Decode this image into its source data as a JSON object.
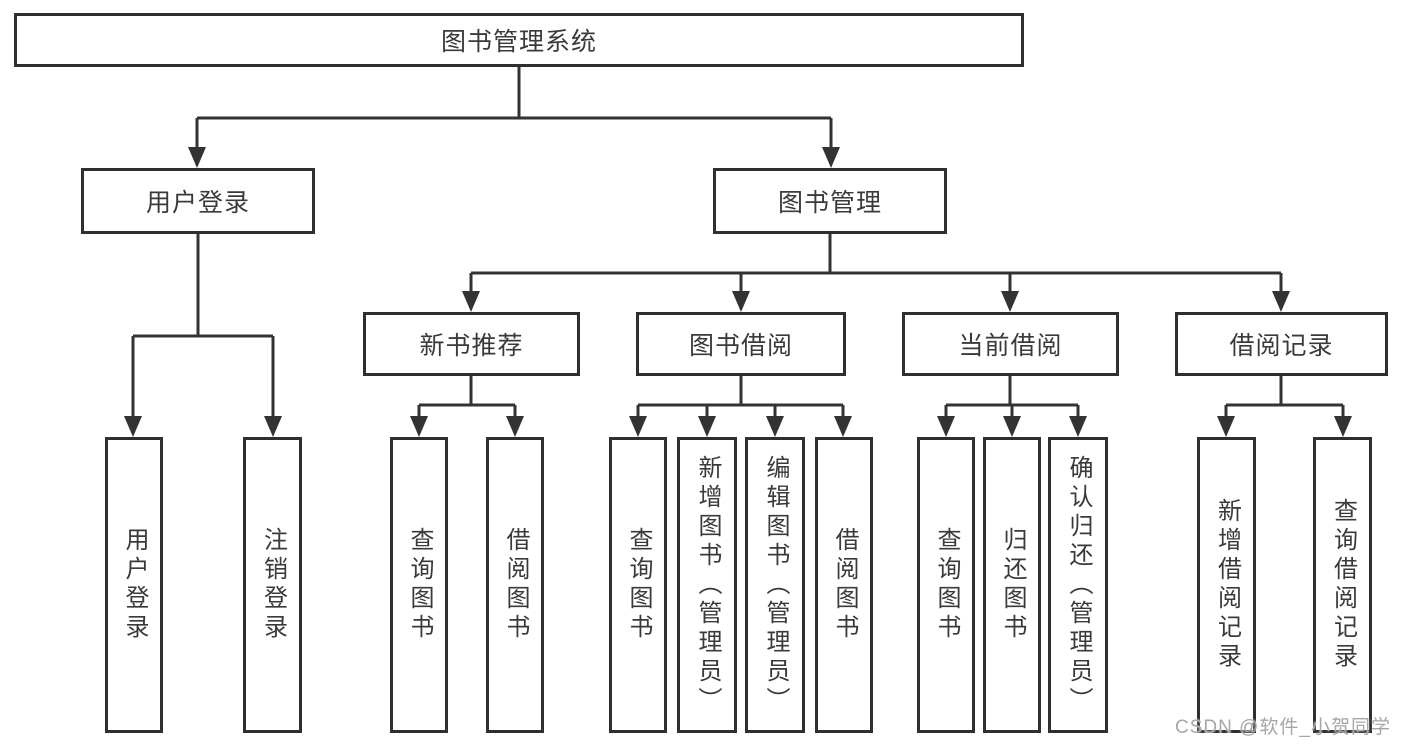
{
  "diagram": {
    "root": {
      "label": "图书管理系统"
    },
    "level2": [
      {
        "label": "用户登录"
      },
      {
        "label": "图书管理"
      }
    ],
    "level3": [
      {
        "label": "新书推荐"
      },
      {
        "label": "图书借阅"
      },
      {
        "label": "当前借阅"
      },
      {
        "label": "借阅记录"
      }
    ],
    "leaves": [
      {
        "label": "用户登录"
      },
      {
        "label": "注销登录"
      },
      {
        "label": "查询图书"
      },
      {
        "label": "借阅图书"
      },
      {
        "label": "查询图书"
      },
      {
        "label": "新增图书（管理员）"
      },
      {
        "label": "编辑图书（管理员）"
      },
      {
        "label": "借阅图书"
      },
      {
        "label": "查询图书"
      },
      {
        "label": "归还图书"
      },
      {
        "label": "确认归还（管理员）"
      },
      {
        "label": "新增借阅记录"
      },
      {
        "label": "查询借阅记录"
      }
    ],
    "watermark": "CSDN @软件_小贺同学",
    "colors": {
      "line": "#333333",
      "border": "#2f2f2f",
      "text": "#3a3a3a",
      "watermark": "#a6a6a6",
      "background": "#ffffff"
    }
  }
}
